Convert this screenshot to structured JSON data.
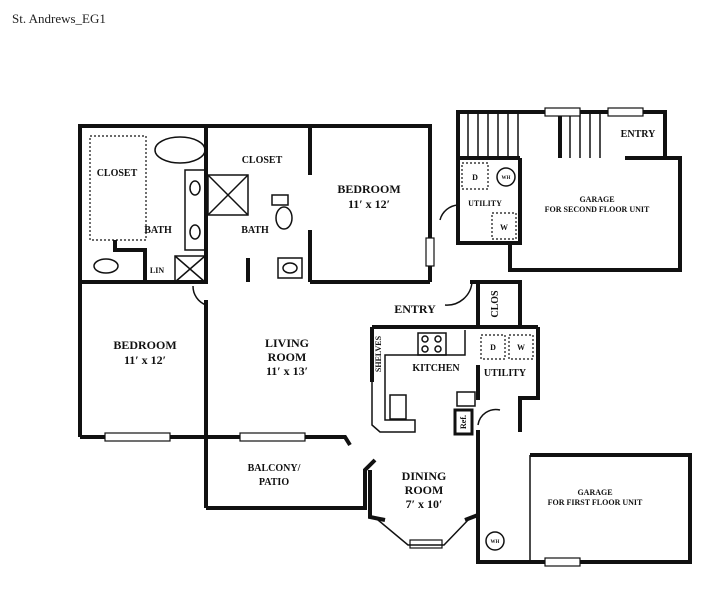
{
  "title": "St. Andrews_EG1",
  "rooms": {
    "closet1": "CLOSET",
    "bath1": "BATH",
    "lin": "LIN",
    "closet2": "CLOSET",
    "bath2": "BATH",
    "bedroom1": "BEDROOM",
    "bedroom1_size": "11′ x 12′",
    "bedroom2": "BEDROOM",
    "bedroom2_size": "11′ x 12′",
    "living": "LIVING",
    "living2": "ROOM",
    "living_size": "11′ x 13′",
    "entry": "ENTRY",
    "clos": "CLOS",
    "shelves": "SHELVES",
    "kitchen": "KITCHEN",
    "utility": "UTILITY",
    "dryer": "D",
    "washer": "W",
    "ref": "Ref.",
    "balcony": "BALCONY/",
    "balcony2": "PATIO",
    "dining": "DINING",
    "dining2": "ROOM",
    "dining_size": "7′ x 10′",
    "garage1": "GARAGE",
    "garage1_sub": "FOR FIRST FLOOR UNIT",
    "wh": "WH",
    "garage2": "GARAGE",
    "garage2_sub": "FOR SECOND FLOOR UNIT",
    "utility2": "UTILITY",
    "dryer2": "D",
    "washer2": "W",
    "wh2": "WH",
    "entry2": "ENTRY"
  }
}
